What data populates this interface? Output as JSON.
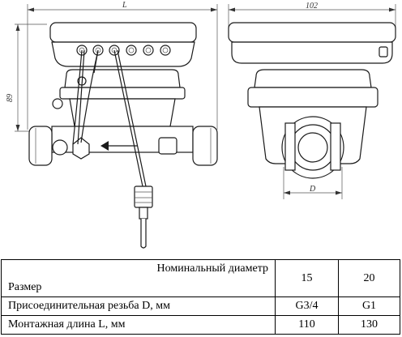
{
  "drawing": {
    "length_label": "L",
    "width_label": "102",
    "height_label": "89",
    "diameter_label": "D"
  },
  "table": {
    "header_top": "Номинальный диаметр",
    "header_bottom": "Размер",
    "columns": [
      "15",
      "20"
    ],
    "rows": [
      {
        "label": "Присоединительная резьба D, мм",
        "values": [
          "G3/4",
          "G1"
        ]
      },
      {
        "label": "Монтажная длина L, мм",
        "values": [
          "110",
          "130"
        ]
      }
    ]
  }
}
